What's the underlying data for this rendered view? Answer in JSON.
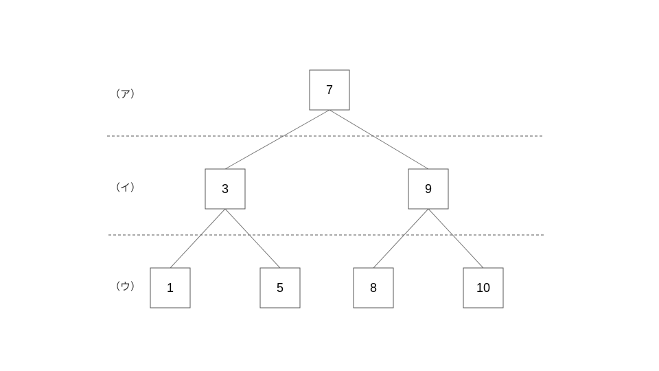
{
  "levels": [
    "（ア）",
    "（イ）",
    "（ウ）"
  ],
  "tree": {
    "root": "7",
    "level2": [
      "3",
      "9"
    ],
    "level3": [
      "1",
      "5",
      "8",
      "10"
    ]
  },
  "colors": {
    "box_stroke": "#555555",
    "edge": "#777777",
    "divider": "#555555",
    "text": "#000000"
  }
}
